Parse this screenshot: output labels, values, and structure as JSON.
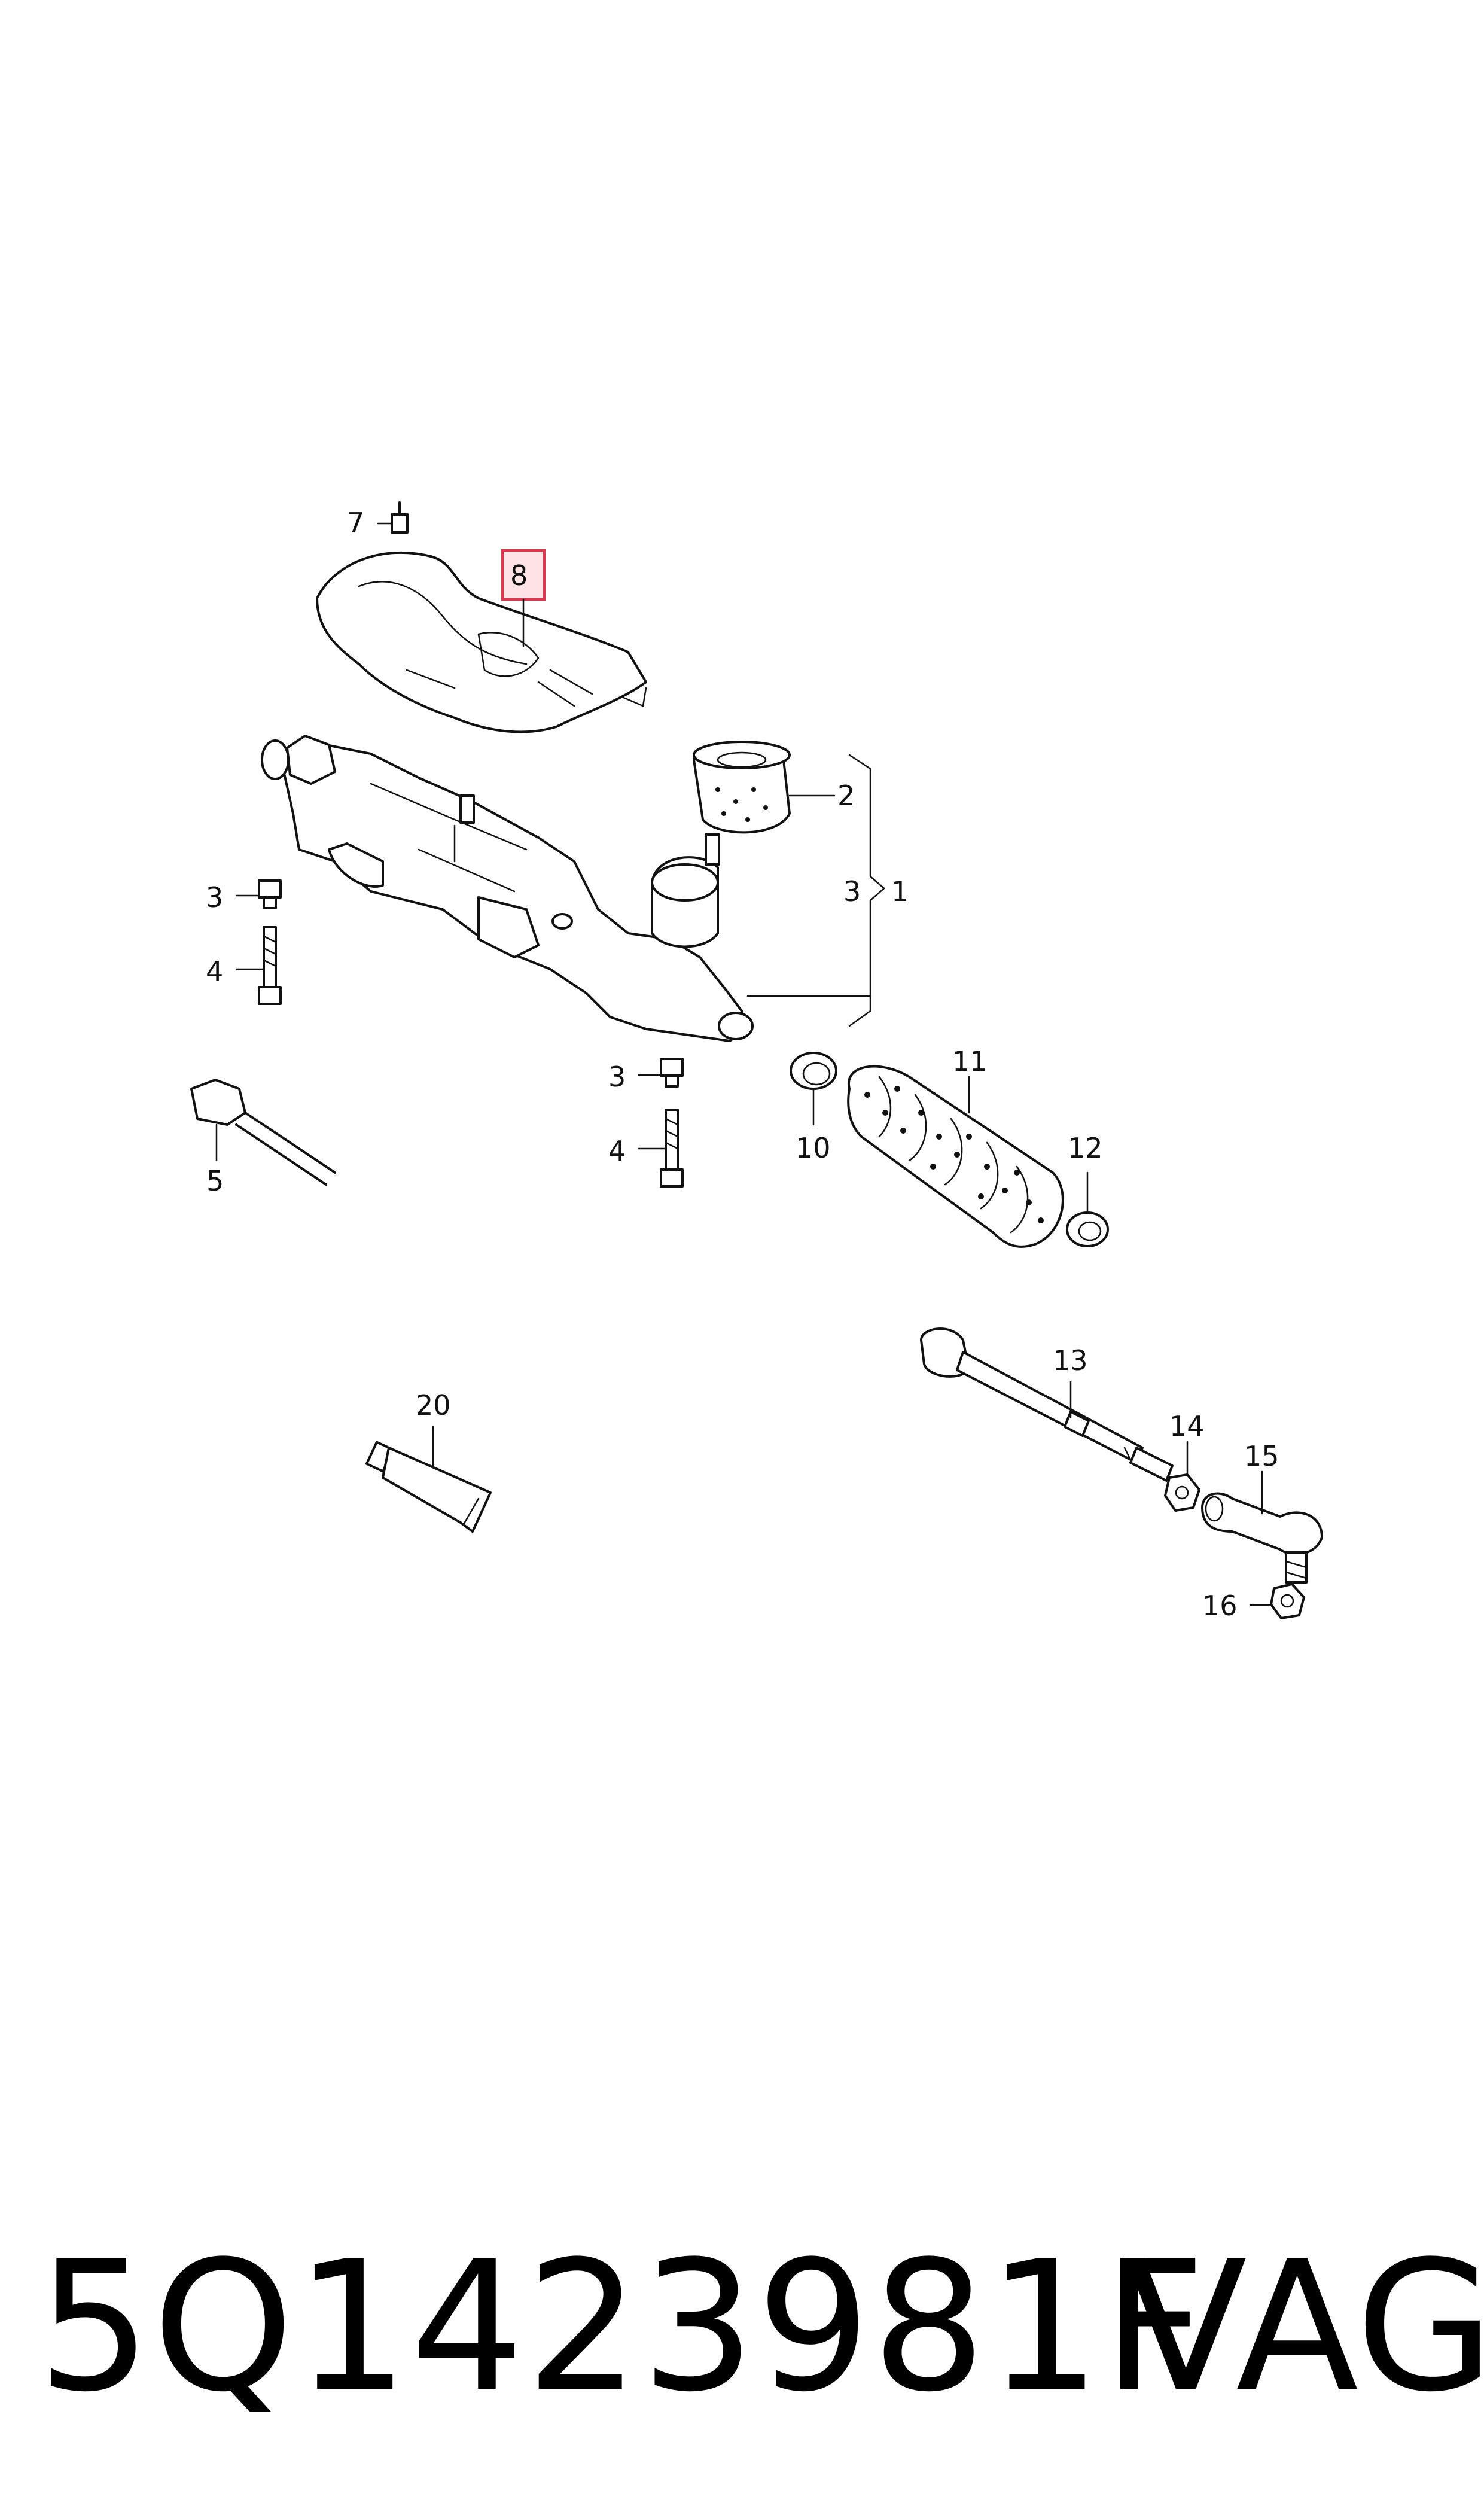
{
  "diagram": {
    "callouts": {
      "c1": "1",
      "c2": "2",
      "c3a": "3",
      "c3b": "3",
      "c3c": "3",
      "c4a": "4",
      "c4b": "4",
      "c5": "5",
      "c7": "7",
      "c8": "8",
      "c10": "10",
      "c11": "11",
      "c12": "12",
      "c13": "13",
      "c14": "14",
      "c15": "15",
      "c16": "16",
      "c20": "20"
    },
    "highlighted_callout": "8",
    "highlight_color": "#e0354f"
  },
  "footer": {
    "part_number": "5Q1423981F",
    "brand": "VAG"
  }
}
